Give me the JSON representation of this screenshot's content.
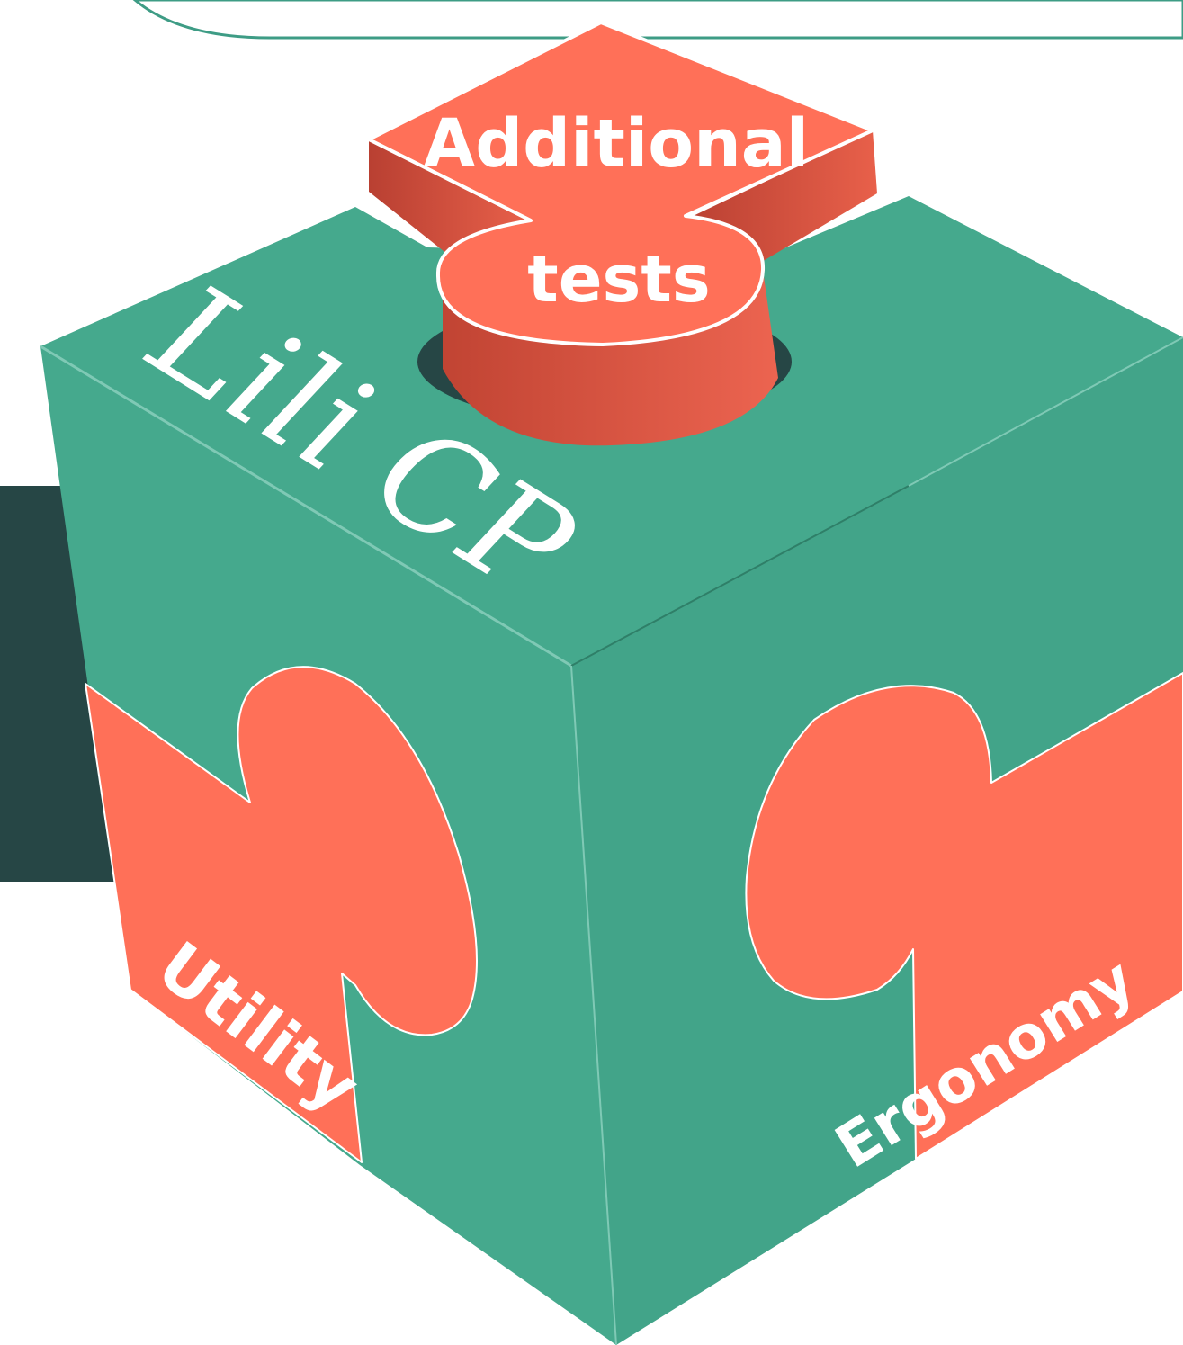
{
  "colors": {
    "background": "#ffffff",
    "cube_green": "#45A98D",
    "piece_coral": "#FF7058",
    "piece_dark_coral": "#C94636",
    "dark_band": "#264645",
    "outline": "#ffffff"
  },
  "labels": {
    "brand": "Lili CP",
    "top_piece_line1": "Additional",
    "top_piece_line2": "tests",
    "left_piece": "Utility",
    "right_piece": "Ergonomy"
  }
}
